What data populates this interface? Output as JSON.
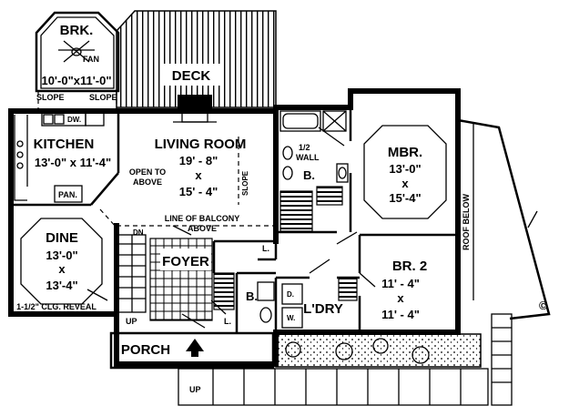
{
  "rooms": {
    "brk": {
      "name": "BRK.",
      "dim": "10'-0\"x11'-0\"",
      "fan": "FAN",
      "slope_left": "SLOPE",
      "slope_right": "SLOPE"
    },
    "deck": {
      "name": "DECK"
    },
    "kitchen": {
      "name": "KITCHEN",
      "dim": "13'-0\" x 11'-4\"",
      "dw": "DW.",
      "pan": "PAN."
    },
    "living": {
      "name": "LIVING ROOM",
      "dim_w": "19' - 8\"",
      "x": "x",
      "dim_l": "15' - 4\"",
      "open_line1": "OPEN TO",
      "open_line2": "ABOVE",
      "slope": "SLOPE"
    },
    "balcony": {
      "line1": "LINE OF BALCONY",
      "line2": "ABOVE"
    },
    "dine": {
      "name": "DINE",
      "dim_w": "13'-0\"",
      "x": "x",
      "dim_l": "13'-4\"",
      "reveal": "1-1/2\" CLG. REVEAL"
    },
    "foyer": {
      "name": "FOYER",
      "dn": "DN",
      "up_left": "UP",
      "l": "L."
    },
    "bath_center": {
      "name": "B.",
      "l": "L."
    },
    "bath_master": {
      "name": "B.",
      "wall_line1": "1/2",
      "wall_line2": "WALL"
    },
    "mbr": {
      "name": "MBR.",
      "dim_w": "13'-0\"",
      "x": "x",
      "dim_l": "15'-4\""
    },
    "br2": {
      "name": "BR. 2",
      "dim_w": "11' - 4\"",
      "x": "x",
      "dim_l": "11' - 4\""
    },
    "laundry": {
      "name": "L'DRY",
      "d": "D.",
      "w": "W."
    },
    "hall": {
      "l": "L."
    },
    "porch": {
      "name": "PORCH",
      "up": "UP"
    },
    "roof": {
      "label": "ROOF BELOW",
      "copyright": "©"
    }
  }
}
